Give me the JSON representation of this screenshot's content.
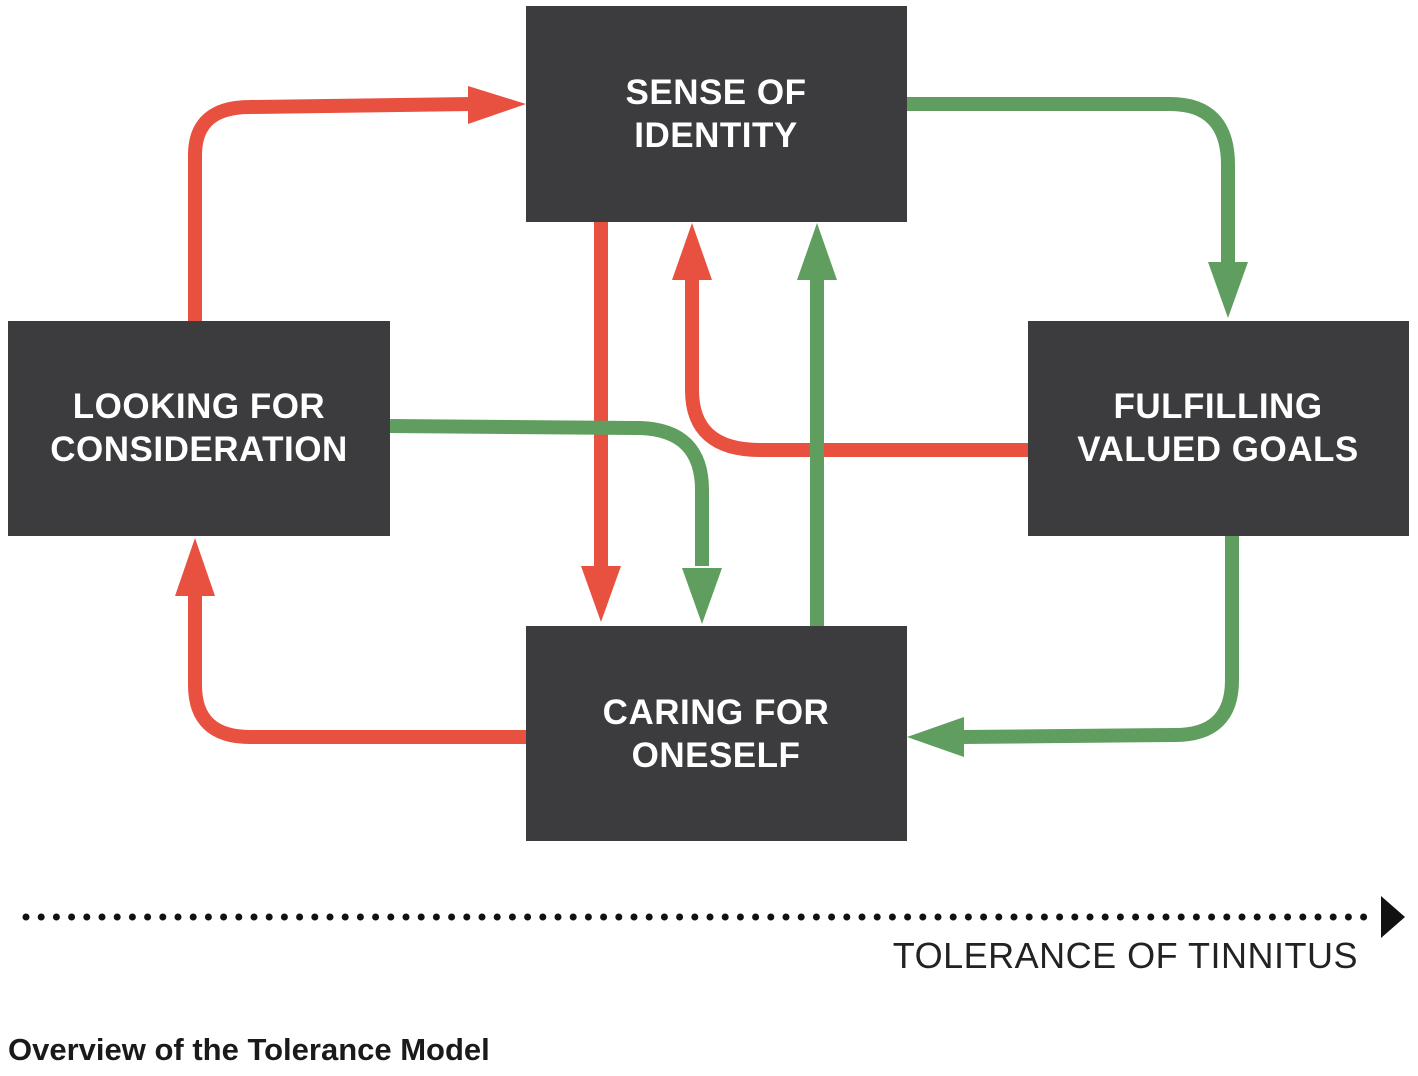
{
  "nodes": {
    "identity": {
      "line1": "SENSE OF",
      "line2": "IDENTITY"
    },
    "consideration": {
      "line1": "LOOKING FOR",
      "line2": "CONSIDERATION"
    },
    "goals": {
      "line1": "FULFILLING",
      "line2": "VALUED GOALS"
    },
    "caring": {
      "line1": "CARING FOR",
      "line2": "ONESELF"
    }
  },
  "axis": {
    "label": "TOLERANCE OF TINNITUS"
  },
  "caption": "Overview of the Tolerance Model",
  "colors": {
    "box": "#3c3c3e",
    "red_arrow": "#e8503f",
    "green_arrow": "#5f9e5f",
    "box_text": "#ffffff",
    "axis": "#111111"
  }
}
